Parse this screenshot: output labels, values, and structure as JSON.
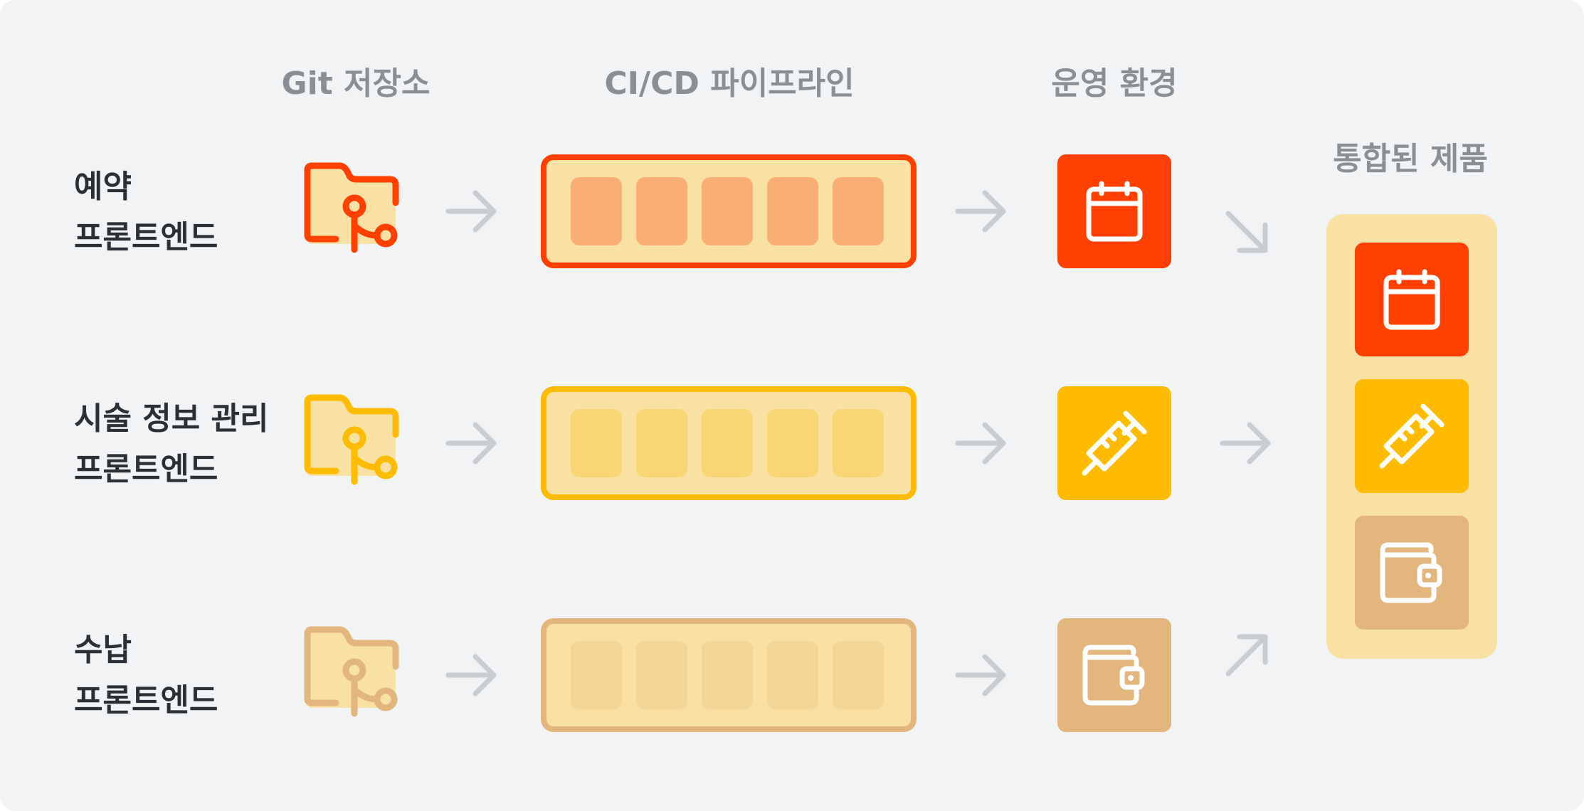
{
  "columns": {
    "git": "Git 저장소",
    "cicd": "CI/CD 파이프라인",
    "env": "운영 환경",
    "product": "통합된 제품"
  },
  "rows": [
    {
      "name_line1": "예약",
      "name_line2": "프론트엔드",
      "color": "#ff4000",
      "stage_color": "#f9ae73",
      "icon": "calendar-icon"
    },
    {
      "name_line1": "시술 정보 관리",
      "name_line2": "프론트엔드",
      "color": "#ffbb00",
      "stage_color": "#f9d675",
      "icon": "syringe-icon"
    },
    {
      "name_line1": "수납",
      "name_line2": "프론트엔드",
      "color": "#e2b67d",
      "stage_color": "#f3d595",
      "icon": "wallet-icon"
    }
  ],
  "colors": {
    "background": "#f1f3f5",
    "panel": "#f9e1a3",
    "arrow": "#c9ccd0",
    "heading": "#8a8f96",
    "label": "#2b2f36"
  }
}
